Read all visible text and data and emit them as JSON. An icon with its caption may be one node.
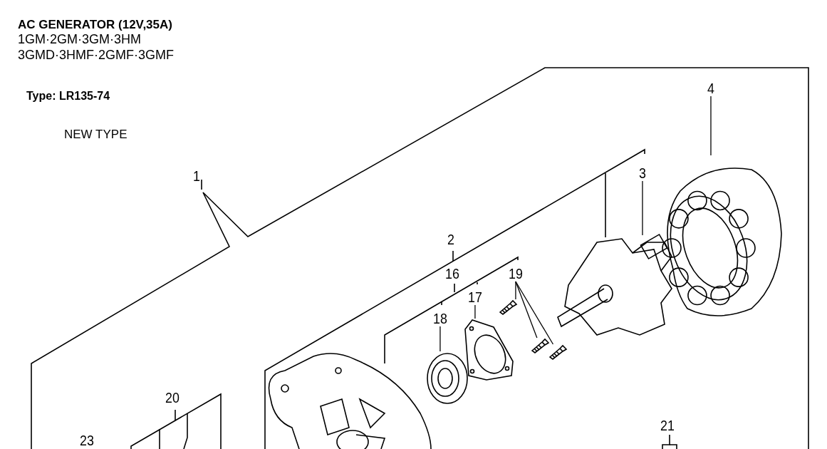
{
  "diagram": {
    "title": "AC GENERATOR (12V,35A)",
    "nodes": [
      {
        "text": [
          "3"
        ]
      },
      {
        "text": [
          "4"
        ]
      },
      {
        "text": [
          "17"
        ]
      },
      {
        "text": [
          "18"
        ]
      },
      {
        "text": [
          "19"
        ]
      },
      {
        "text": [],
        "shape": "picture"
      },
      {
        "text": [],
        "shape": "picture"
      },
      {
        "text": [],
        "shape": "picture"
      },
      {
        "text": [],
        "shape": "picture"
      },
      {
        "text": [],
        "shape": "picture"
      },
      {
        "text": [],
        "shape": "picture"
      },
      {
        "text": [],
        "shape": "picture"
      }
    ],
    "edges": [
      {
        "from": 0,
        "to": 5,
        "arrow": "none"
      },
      {
        "from": 1,
        "to": 6,
        "arrow": "none"
      },
      {
        "from": 2,
        "to": 7,
        "arrow": "none"
      },
      {
        "from": 3,
        "to": 8,
        "arrow": "none"
      },
      {
        "from": 4,
        "to": 9,
        "arrow": "none"
      },
      {
        "from": 4,
        "to": 10,
        "arrow": "none"
      },
      {
        "from": 4,
        "to": 11,
        "arrow": "none"
      }
    ],
    "labels": [
      "1GM·2GM·3GM·3HM",
      "3GMD·3HMF·2GMF·3GMF",
      "Type: LR135-74",
      "NEW TYPE",
      "1",
      "2",
      "16",
      "20",
      "21",
      "23"
    ]
  }
}
